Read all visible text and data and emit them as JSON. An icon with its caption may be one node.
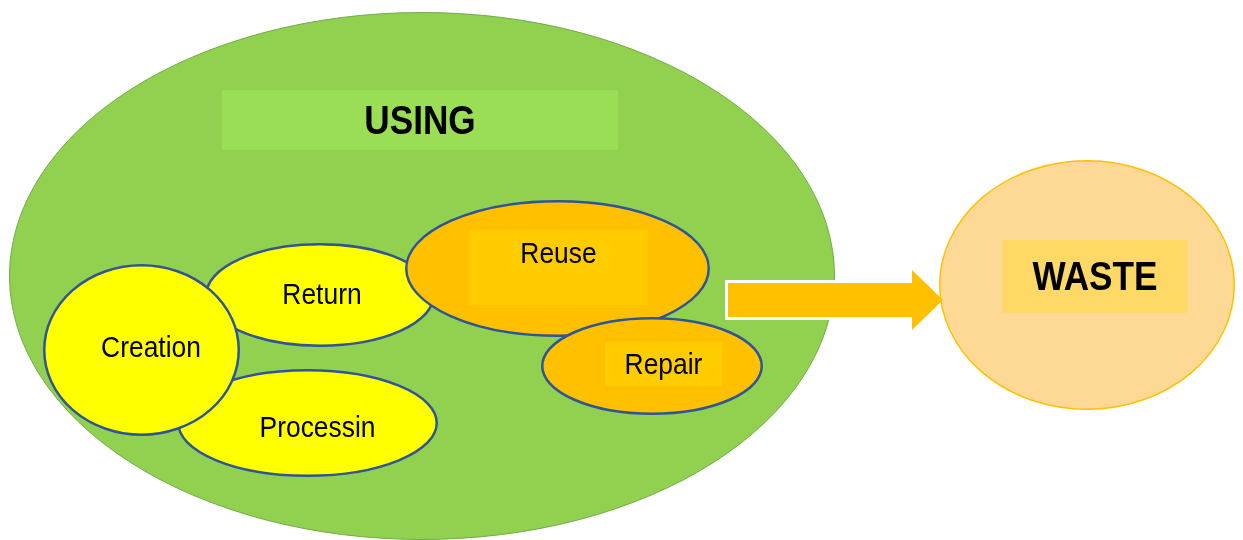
{
  "diagram": {
    "nodes": [
      {
        "text": [
          "USING"
        ]
      },
      {
        "text": [
          "Return"
        ],
        "in": 0
      },
      {
        "text": [
          "Reuse"
        ],
        "in": 0
      },
      {
        "text": [
          "Creation"
        ],
        "in": 0
      },
      {
        "text": [
          "Repair"
        ],
        "in": 0
      },
      {
        "text": [
          "Processin"
        ],
        "in": 0
      },
      {
        "text": [
          "WASTE"
        ]
      }
    ],
    "edges": [
      {
        "from": 0,
        "to": 6,
        "arrow": "to",
        "style": "thick"
      }
    ]
  }
}
